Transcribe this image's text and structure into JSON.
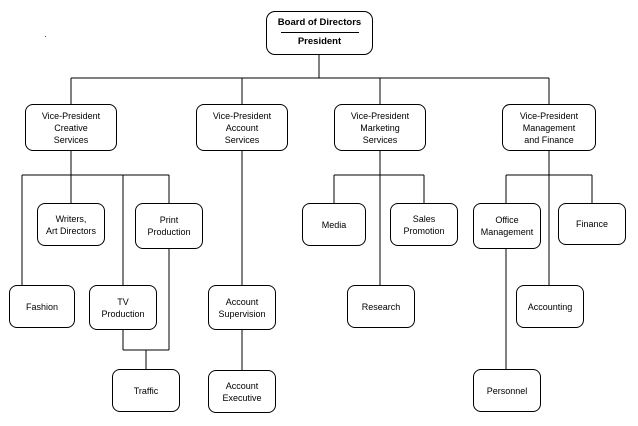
{
  "root": {
    "line1": "Board of Directors",
    "line2": "President"
  },
  "vps": [
    {
      "lines": [
        "Vice-President",
        "Creative",
        "Services"
      ]
    },
    {
      "lines": [
        "Vice-President",
        "Account",
        "Services"
      ]
    },
    {
      "lines": [
        "Vice-President",
        "Marketing",
        "Services"
      ]
    },
    {
      "lines": [
        "Vice-President",
        "Management",
        "and Finance"
      ]
    }
  ],
  "creative": {
    "writers": [
      "Writers,",
      "Art Directors"
    ],
    "print": [
      "Print",
      "Production"
    ],
    "fashion": [
      "Fashion"
    ],
    "tv": [
      "TV",
      "Production"
    ],
    "traffic": [
      "Traffic"
    ]
  },
  "account": {
    "supervision": [
      "Account",
      "Supervision"
    ],
    "executive": [
      "Account",
      "Executive"
    ]
  },
  "marketing": {
    "media": [
      "Media"
    ],
    "sales": [
      "Sales",
      "Promotion"
    ],
    "research": [
      "Research"
    ]
  },
  "management": {
    "office": [
      "Office",
      "Management"
    ],
    "finance": [
      "Finance"
    ],
    "accounting": [
      "Accounting"
    ],
    "personnel": [
      "Personnel"
    ]
  }
}
